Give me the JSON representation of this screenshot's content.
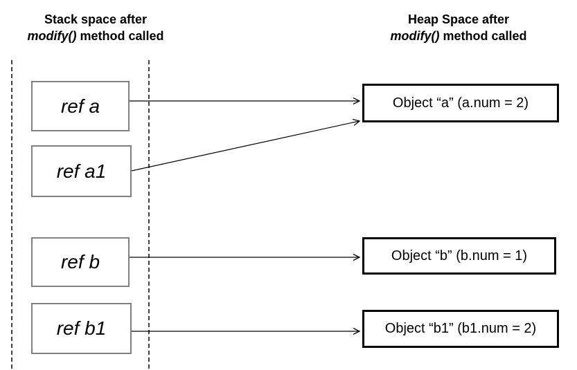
{
  "diagram": {
    "stack_heading": {
      "line1": "Stack space after",
      "method": "modify()",
      "line2_rest": " method called"
    },
    "heap_heading": {
      "line1": "Heap Space after",
      "method": "modify()",
      "line2_rest": " method called"
    },
    "stack_boxes": [
      {
        "label": "ref a"
      },
      {
        "label": "ref a1"
      },
      {
        "label": "ref b"
      },
      {
        "label": "ref b1"
      }
    ],
    "heap_boxes": [
      {
        "label": "Object “a” (a.num = 2)"
      },
      {
        "label": "Object “b” (b.num = 1)"
      },
      {
        "label": "Object “b1” (b1.num = 2)"
      }
    ],
    "colors": {
      "background": "#ffffff",
      "text": "#000000",
      "stack_box_border": "#808080",
      "heap_box_border": "#000000",
      "line": "#000000"
    }
  }
}
